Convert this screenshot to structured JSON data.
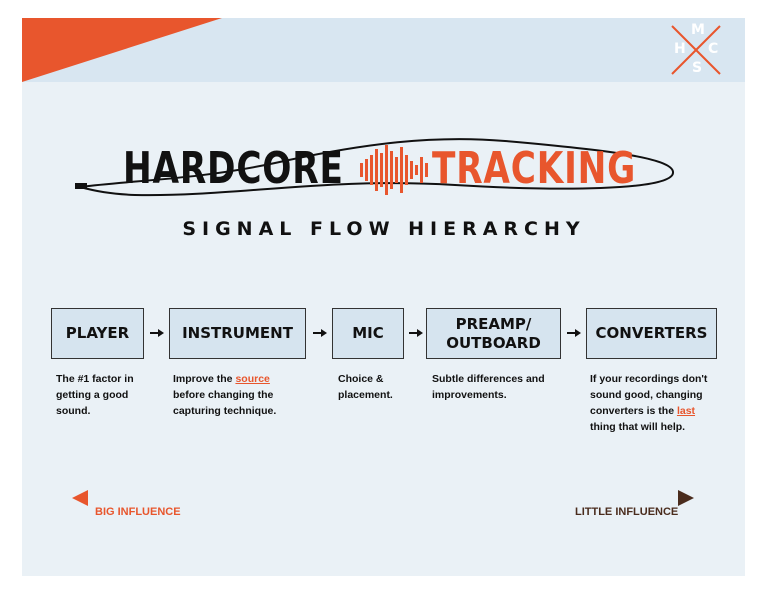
{
  "colors": {
    "accent": "#e8562d",
    "dark": "#111111",
    "box_fill": "#d6e4ef",
    "band": "#d8e6f1",
    "bg": "#eaf1f6",
    "brown": "#4a2c1d"
  },
  "logo": {
    "letters": [
      "M",
      "H",
      "C",
      "S"
    ]
  },
  "title": {
    "part1": "HARDCORE",
    "part2": "TRACKING"
  },
  "subtitle": "SIGNAL FLOW HIERARCHY",
  "steps": [
    {
      "label": "PLAYER",
      "desc": "The #1 factor in getting a good sound."
    },
    {
      "label": "INSTRUMENT",
      "desc_before": "Improve the ",
      "desc_highlight": "source",
      "desc_after": " before changing the capturing technique."
    },
    {
      "label": "MIC",
      "desc": "Choice & placement."
    },
    {
      "label_line1": "PREAMP/",
      "label_line2": "OUTBOARD",
      "desc": "Subtle differences and improvements."
    },
    {
      "label": "CONVERTERS",
      "desc_before": "If your recordings don't sound good, changing converters is the ",
      "desc_highlight": "last",
      "desc_after": " thing that will help."
    }
  ],
  "influence": {
    "left": "BIG INFLUENCE",
    "right": "LITTLE INFLUENCE"
  }
}
